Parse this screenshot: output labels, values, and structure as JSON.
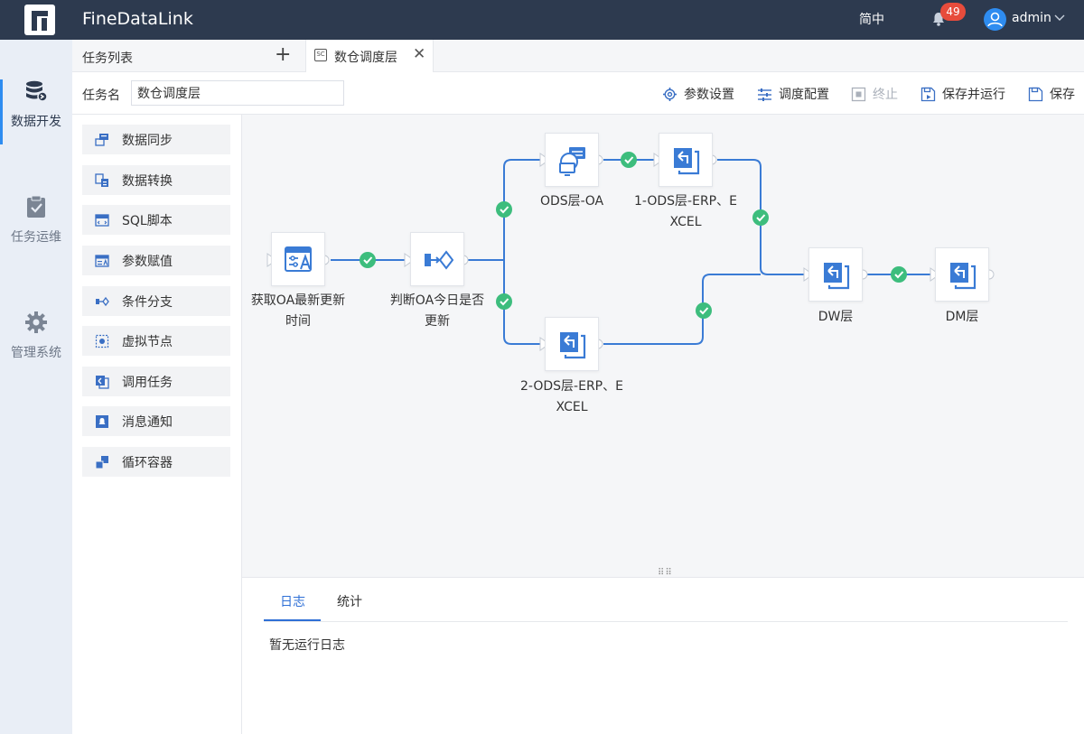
{
  "topbar": {
    "app_title": "FineDataLink",
    "language": "简中",
    "notification_count": "49",
    "user": "admin"
  },
  "leftnav": {
    "items": [
      {
        "label": "数据开发",
        "icon": "database-icon",
        "active": true
      },
      {
        "label": "任务运维",
        "icon": "clipboard-check-icon",
        "active": false
      },
      {
        "label": "管理系统",
        "icon": "gear-icon",
        "active": false
      }
    ]
  },
  "tabs": {
    "list_label": "任务列表",
    "active_tab": "数仓调度层"
  },
  "taskrow": {
    "name_label": "任务名",
    "name_value": "数仓调度层",
    "tools": {
      "params": "参数设置",
      "schedule": "调度配置",
      "stop": "终止",
      "save_run": "保存并运行",
      "save": "保存"
    }
  },
  "components": [
    {
      "label": "数据同步",
      "icon": "data-sync-icon"
    },
    {
      "label": "数据转换",
      "icon": "data-transform-icon"
    },
    {
      "label": "SQL脚本",
      "icon": "sql-script-icon"
    },
    {
      "label": "参数赋值",
      "icon": "param-assign-icon"
    },
    {
      "label": "条件分支",
      "icon": "condition-branch-icon"
    },
    {
      "label": "虚拟节点",
      "icon": "virtual-node-icon"
    },
    {
      "label": "调用任务",
      "icon": "call-task-icon"
    },
    {
      "label": "消息通知",
      "icon": "message-notify-icon"
    },
    {
      "label": "循环容器",
      "icon": "loop-container-icon"
    }
  ],
  "flow": {
    "nodes": {
      "n1": {
        "line1": "获取OA最新更新",
        "line2": "时间"
      },
      "n2": {
        "line1": "判断OA今日是否",
        "line2": "更新"
      },
      "n3": {
        "line1": "ODS层-OA",
        "line2": ""
      },
      "n4": {
        "line1": "1-ODS层-ERP、E",
        "line2": "XCEL"
      },
      "n5": {
        "line1": "2-ODS层-ERP、E",
        "line2": "XCEL"
      },
      "n6": {
        "line1": "DW层",
        "line2": ""
      },
      "n7": {
        "line1": "DM层",
        "line2": ""
      }
    }
  },
  "log": {
    "tab_log": "日志",
    "tab_stats": "统计",
    "empty": "暂无运行日志"
  },
  "colors": {
    "topbar": "#2d3a4f",
    "accent": "#2e6fd6",
    "line": "#3a7bd5",
    "success": "#3dbd7d"
  }
}
